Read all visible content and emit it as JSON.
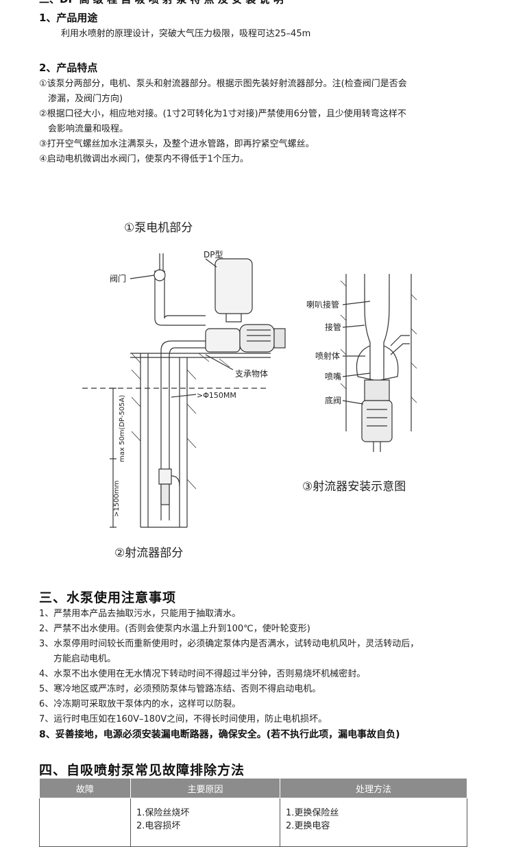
{
  "top_fragment": "二、DP 高 级 程 自 吸 喷 射 泵 特 点 及 安 装 说 明",
  "sec1": {
    "heading": "1、产品用途",
    "text": "利用水喷射的原理设计，突破大气压力极限，吸程可达25–45m"
  },
  "sec2": {
    "heading": "2、产品特点",
    "items": [
      "①该泵分两部分，电机、泵头和射流器部分。根据示图先装好射流器部分。注(检查阀门是否会",
      "渗漏，及阀门方向)",
      "②根据口径大小，相应地对接。(1寸2可转化为1寸对接)严禁使用6分管，且少使用转弯这样不",
      "会影响流量和吸程。",
      "③打开空气螺丝加水注满泵头，及整个进水管路，即再拧紧空气螺丝。",
      "④启动电机微调出水阀门，使泵内不得低于1个压力。"
    ]
  },
  "diagram": {
    "caption1": "①泵电机部分",
    "caption2": "②射流器部分",
    "caption3": "③射流器安装示意图",
    "label_dp": "DP型",
    "label_valve": "阀门",
    "label_support": "支承物体",
    "label_phi": ">Φ150MM",
    "label_max": "max 50m(DP-505A)",
    "label_min": ">1500mm",
    "label_horn": "喇叭接管",
    "label_pipe": "接管",
    "label_jet": "喷射体",
    "label_nozzle": "喷嘴",
    "label_footvalve": "底阀"
  },
  "sec3": {
    "heading": "三、水泵使用注意事项",
    "items": [
      "1、严禁用本产品去抽取污水，只能用于抽取清水。",
      "2、严禁不出水使用。(否则会使泵内水温上升到100℃，使叶轮变形)",
      "3、水泵停用时间较长而重新使用时，必须确定泵体内是否满水，试转动电机风叶，灵活转动后，",
      "方能启动电机。",
      "4、水泵不出水使用在无水情况下转动时间不得超过半分钟，否则易烧坏机械密封。",
      "5、寒冷地区或严冻时，必须预防泵体与管路冻结、否则不得启动电机。",
      "6、冷冻期可采取放干泵体内的水，这样可以防裂。",
      "7、运行时电压如在160V–180V之间，不得长时间使用，防止电机损坏。"
    ],
    "item8": "8、妥善接地，电源必须安装漏电断路器，确保安全。(若不执行此项，漏电事故自负)"
  },
  "sec4": {
    "heading": "四、自吸喷射泵常见故障排除方法",
    "columns": [
      "故障",
      "主要原因",
      "处理方法"
    ],
    "row1": {
      "fault": "",
      "cause1": "1.保险丝烧坏",
      "cause2": "2.电容损坏",
      "fix1": "1.更换保险丝",
      "fix2": "2.更换电容"
    }
  },
  "colors": {
    "table_header": "#8c8c8c",
    "text": "#222222",
    "line": "#333333"
  }
}
